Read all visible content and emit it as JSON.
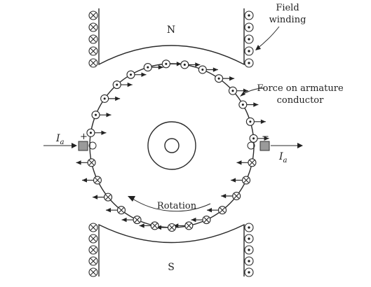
{
  "labels": {
    "north": "N",
    "south": "S",
    "field_winding_line1": "Field",
    "field_winding_line2": "winding",
    "force_line1": "Force on armature",
    "force_line2": "conductor",
    "rotation": "Rotation",
    "current_left_symbol": "I",
    "current_left_sub": "a",
    "current_right_symbol": "I",
    "current_right_sub": "a",
    "brush_left_polarity": "+",
    "brush_right_polarity": "−"
  }
}
